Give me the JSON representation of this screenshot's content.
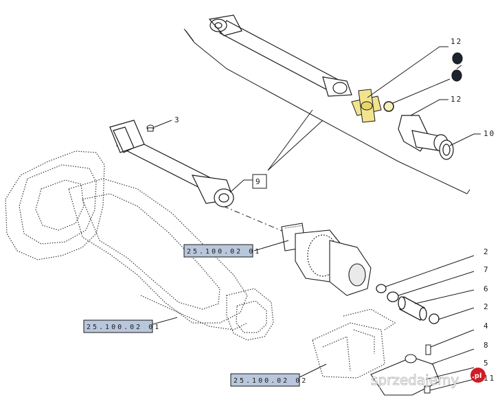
{
  "diagram": {
    "callouts": {
      "c12a": "12",
      "c12b": "12",
      "c10": "10",
      "c3": "3",
      "c9": "9",
      "c2a": "2",
      "c7": "7",
      "c6": "6",
      "c2b": "2",
      "c4": "4",
      "c8": "8",
      "c5": "5",
      "c11": "11"
    },
    "refs": {
      "ref_upper": "25.100.02 01",
      "ref_lower": "25.100.02 01",
      "ref_bracket": "25.100.02 02"
    },
    "colors": {
      "line": "#1a1a1a",
      "ref_box_fill": "#b9c7dc",
      "cross_fill": "#f2e48f",
      "dark_part": "#1c2430",
      "ring_fill": "#f6efb8",
      "badge": "#d01c25"
    }
  },
  "watermark": {
    "text": "sprzedajemy",
    "badge": ".pl"
  }
}
